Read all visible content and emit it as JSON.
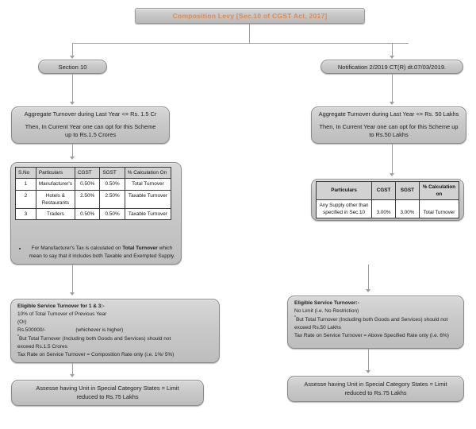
{
  "title": {
    "text": "Composition Levy [Sec.10 of CGST Act, 2017]",
    "color": "#e08a4e"
  },
  "branches": {
    "left_label": "Section 10",
    "right_label": "Notification 2/2019 CT(R) dt.07/03/2019."
  },
  "left_column": {
    "turnover": {
      "line1": "Aggregate Turnover during Last Year <= Rs. 1.5 Cr",
      "line2": "Then, In Current Year one can opt for this Scheme",
      "line3": "up to Rs.1.5 Crores"
    },
    "table": {
      "headers": [
        "S.No",
        "Particulars",
        "CGST",
        "SGST",
        "% Calculation On"
      ],
      "rows": [
        [
          "1",
          "Manufacturer's",
          "0.50%",
          "0.50%",
          "Total Turnover"
        ],
        [
          "2",
          "Hotels & Restaurants",
          "2.50%",
          "2.50%",
          "Taxable Turnover"
        ],
        [
          "3",
          "Traders",
          "0.50%",
          "0.50%",
          "Taxable Turnover"
        ]
      ],
      "note_bullet_part1": "For Manufacturer's Tax is calculated on ",
      "note_bullet_bold": "Total Turnover",
      "note_bullet_part2": " which mean to say that it includes both Taxable and Exempted Supply."
    },
    "service": {
      "heading": "Eligible Service Turnover for 1 & 3:-",
      "line1": "10% of Total Turnover of Previous Year",
      "line2": "(Or)",
      "line3": "Rs.500000/-                     (whichever is higher)",
      "line4": "But Total Turnover (Including both Goods and Services) should not",
      "line5": "exceed Rs.1.5 Crores",
      "line6": "Tax Rate on Service Turnover = Composition Rate only (i.e. 1%/ 5%)"
    },
    "bottom": {
      "line1": "Assesse having Unit in Special Category States = Limit",
      "line2": "reduced to Rs.75 Lakhs"
    }
  },
  "right_column": {
    "turnover": {
      "line1": "Aggregate Turnover during Last Year <= Rs. 50 Lakhs",
      "line2": "Then, In Current Year one can opt for this Scheme up",
      "line3": "to Rs.50 Lakhs"
    },
    "table": {
      "headers": [
        "Particulars",
        "CGST",
        "SGST",
        "% Calculation on"
      ],
      "rows": [
        [
          "Any Supply other than specified in Sec.10",
          "3.00%",
          "3.00%",
          "Total Turnover"
        ]
      ]
    },
    "service": {
      "heading": "Eligible Service Turnover:-",
      "line1": "No Limit (i.e. No Restriction)",
      "line2": "But Total Turnover (Including both Goods and Services) should not",
      "line3": "exceed Rs.50 Lakhs",
      "line4": "Tax Rate on Service Turnover = Above Specified Rate only (i.e. 6%)"
    },
    "bottom": {
      "line1": "Assesse having Unit in Special Category States = Limit",
      "line2": "reduced to Rs.75 Lakhs"
    }
  }
}
